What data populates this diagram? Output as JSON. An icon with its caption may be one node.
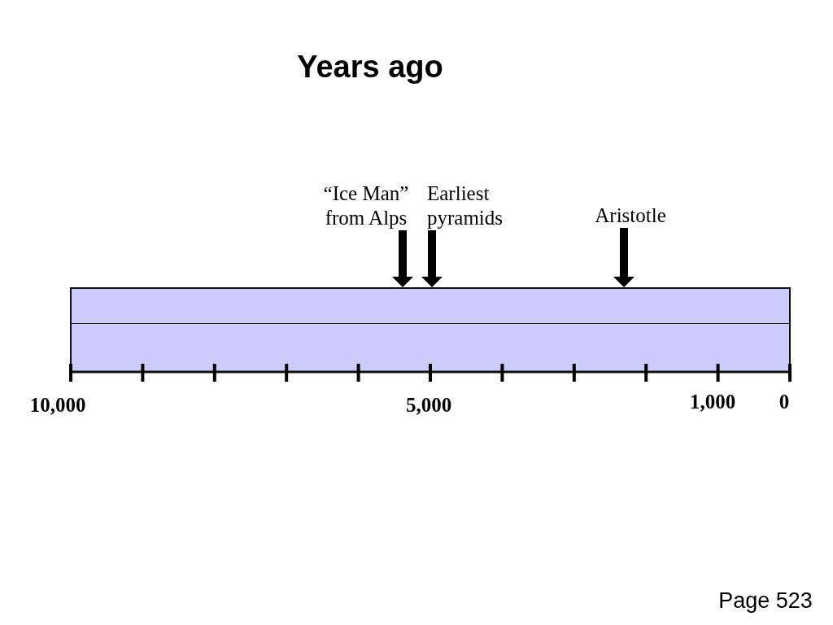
{
  "diagram": {
    "title": "Years ago",
    "nodes": [
      {
        "text": [
          "“Ice Man” from Alps"
        ]
      },
      {
        "text": [
          "Earliest pyramids"
        ]
      },
      {
        "text": [
          "Aristotle"
        ]
      },
      {
        "text": [],
        "shape": "bar"
      }
    ],
    "edges": [
      {
        "from": 0,
        "to": 3,
        "arrow": "to"
      },
      {
        "from": 1,
        "to": 3,
        "arrow": "to"
      },
      {
        "from": 2,
        "to": 3,
        "arrow": "to"
      }
    ],
    "labels": [
      "10,000",
      "5,000",
      "1,000",
      "0",
      "Page 523"
    ]
  }
}
